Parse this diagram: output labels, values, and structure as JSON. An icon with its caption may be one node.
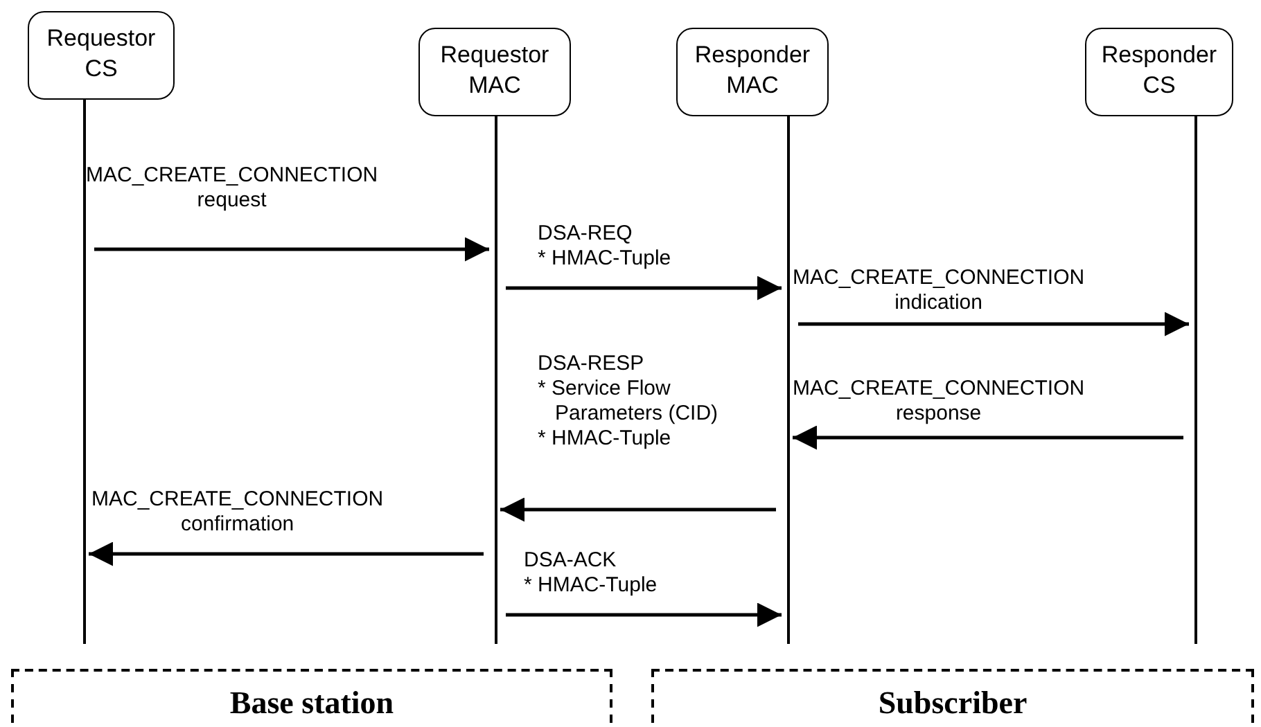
{
  "diagram": {
    "nodes": [
      {
        "text": [
          "Requestor CS"
        ]
      },
      {
        "text": [
          "Requestor MAC"
        ]
      },
      {
        "text": [
          "Responder MAC"
        ]
      },
      {
        "text": [
          "Responder CS"
        ]
      },
      {
        "text": [
          "Base station"
        ]
      },
      {
        "text": [
          "Subscriber"
        ]
      }
    ],
    "edges": [
      {
        "from": 0,
        "to": 1,
        "arrow": "to",
        "label": "MAC_CREATE_CONNECTION request"
      },
      {
        "from": 1,
        "to": 2,
        "arrow": "to",
        "label": "DSA-REQ * HMAC-Tuple"
      },
      {
        "from": 2,
        "to": 3,
        "arrow": "to",
        "label": "MAC_CREATE_CONNECTION indication"
      },
      {
        "from": 3,
        "to": 2,
        "arrow": "to",
        "label": "MAC_CREATE_CONNECTION response"
      },
      {
        "from": 2,
        "to": 1,
        "arrow": "to",
        "label": "DSA-RESP * Service Flow Parameters (CID) * HMAC-Tuple"
      },
      {
        "from": 1,
        "to": 0,
        "arrow": "to",
        "label": "MAC_CREATE_CONNECTION confirmation"
      },
      {
        "from": 1,
        "to": 2,
        "arrow": "to",
        "label": "DSA-ACK * HMAC-Tuple"
      }
    ]
  }
}
